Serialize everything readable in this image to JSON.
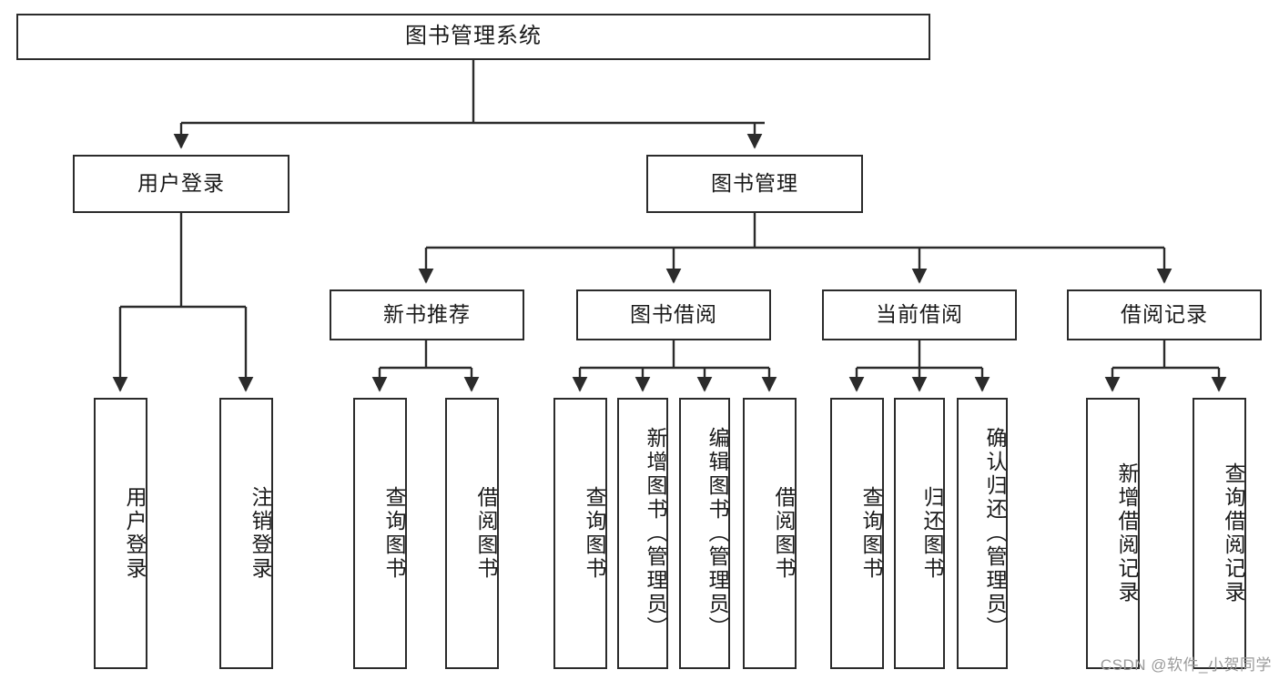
{
  "diagram": {
    "title": "图书管理系统",
    "type": "tree-hierarchy-chart",
    "accent_color": "#2b2b2b",
    "background_color": "#ffffff",
    "root": {
      "label": "图书管理系统"
    },
    "level2": [
      {
        "label": "用户登录"
      },
      {
        "label": "图书管理"
      }
    ],
    "level3": [
      {
        "label": "新书推荐"
      },
      {
        "label": "图书借阅"
      },
      {
        "label": "当前借阅"
      },
      {
        "label": "借阅记录"
      }
    ],
    "leaves": {
      "user_login": [
        {
          "label": "用户登录"
        },
        {
          "label": "注销登录"
        }
      ],
      "new_book_recommend": [
        {
          "label": "查询图书"
        },
        {
          "label": "借阅图书"
        }
      ],
      "book_borrow": [
        {
          "label": "查询图书"
        },
        {
          "label": "新增图书（管理员）"
        },
        {
          "label": "编辑图书（管理员）"
        },
        {
          "label": "借阅图书"
        }
      ],
      "current_borrow": [
        {
          "label": "查询图书"
        },
        {
          "label": "归还图书"
        },
        {
          "label": "确认归还（管理员）"
        }
      ],
      "borrow_record": [
        {
          "label": "新增借阅记录"
        },
        {
          "label": "查询借阅记录"
        }
      ]
    }
  },
  "watermark": {
    "text": "CSDN @软件_小贺同学"
  }
}
